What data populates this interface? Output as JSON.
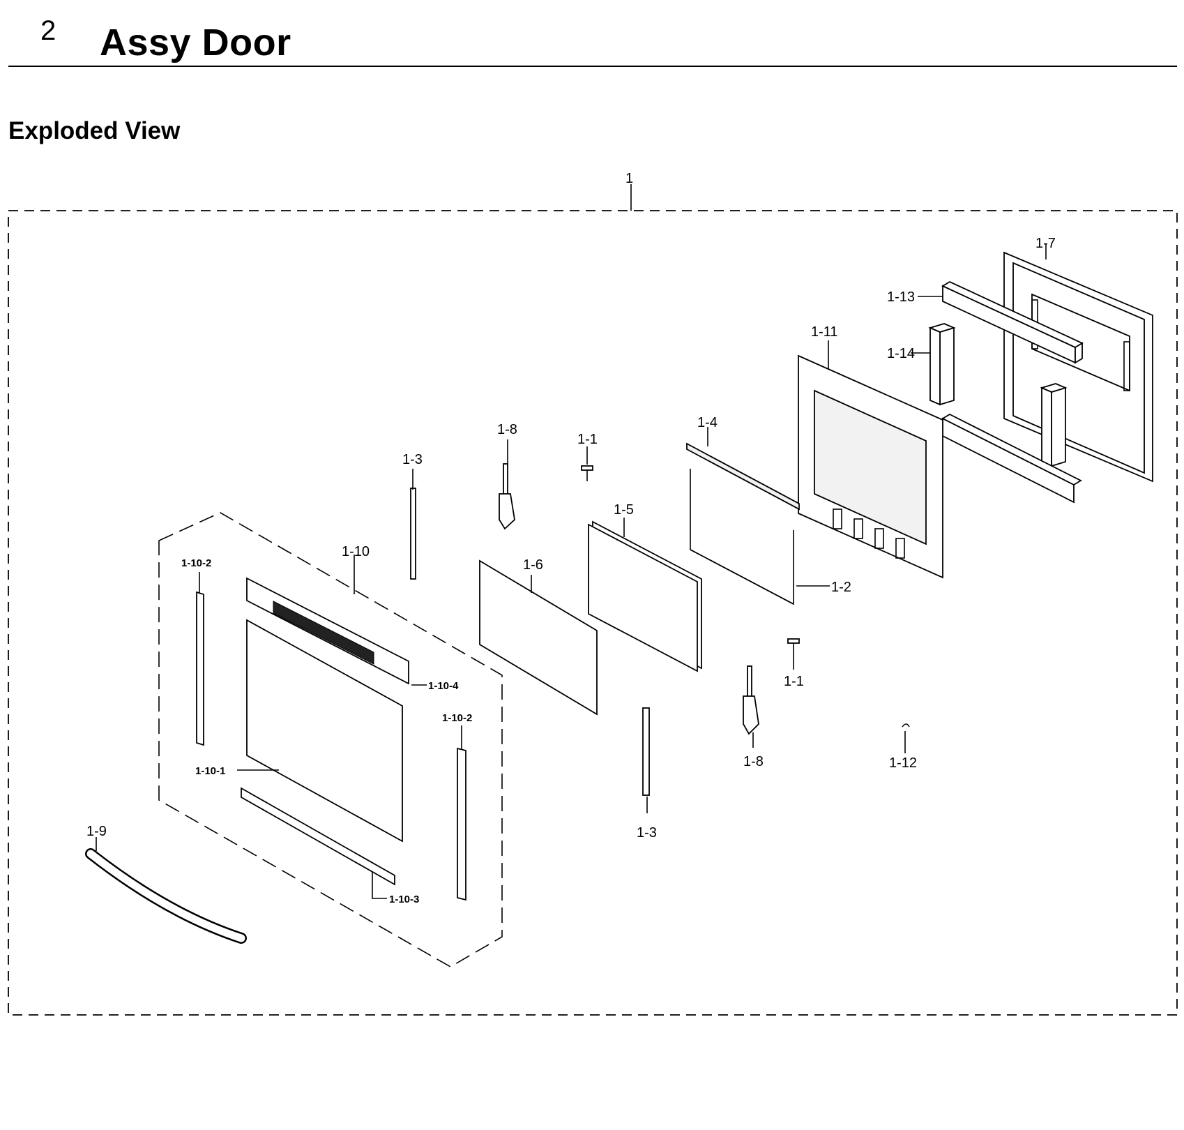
{
  "section": {
    "number": "2",
    "title": "Assy Door"
  },
  "view_title": "Exploded View",
  "parts": {
    "p1": "1",
    "p1_1a": "1-1",
    "p1_1b": "1-1",
    "p1_2": "1-2",
    "p1_3a": "1-3",
    "p1_3b": "1-3",
    "p1_4": "1-4",
    "p1_5": "1-5",
    "p1_6": "1-6",
    "p1_7": "1-7",
    "p1_8a": "1-8",
    "p1_8b": "1-8",
    "p1_9": "1-9",
    "p1_10": "1-10",
    "p1_10_1": "1-10-1",
    "p1_10_2a": "1-10-2",
    "p1_10_2b": "1-10-2",
    "p1_10_3": "1-10-3",
    "p1_10_4": "1-10-4",
    "p1_11": "1-11",
    "p1_12": "1-12",
    "p1_13": "1-13",
    "p1_14": "1-14"
  }
}
